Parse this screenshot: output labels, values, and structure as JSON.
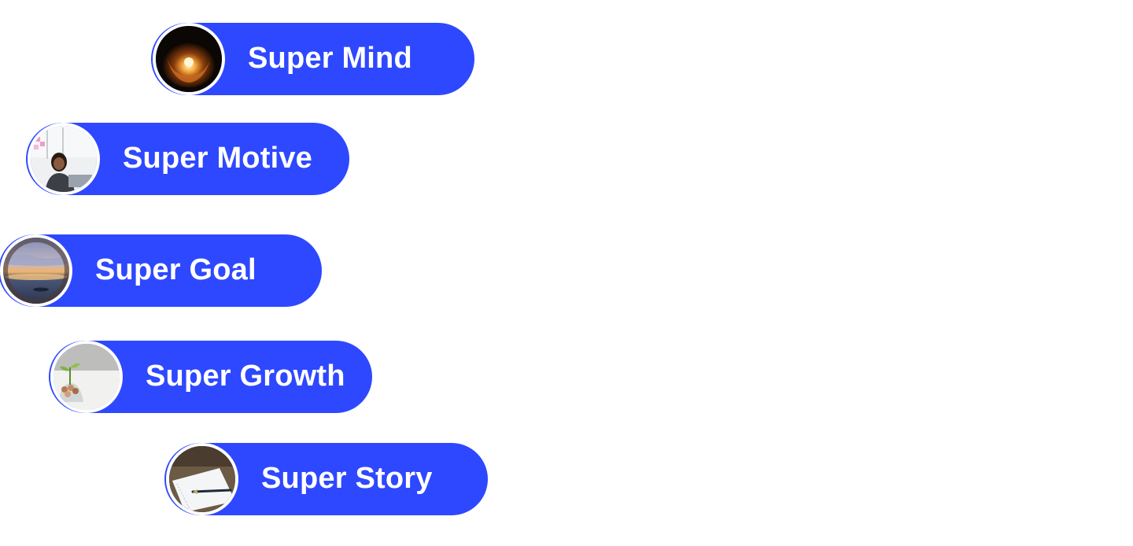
{
  "accent_color": "#2e48ff",
  "items": [
    {
      "label": "Super Mind",
      "image": "hands-holding-lightbulb"
    },
    {
      "label": "Super Motive",
      "image": "woman-at-laptop-office"
    },
    {
      "label": "Super Goal",
      "image": "sunset-over-water"
    },
    {
      "label": "Super Growth",
      "image": "plant-sprouting-from-coins"
    },
    {
      "label": "Super Story",
      "image": "notebook-and-pen"
    }
  ]
}
